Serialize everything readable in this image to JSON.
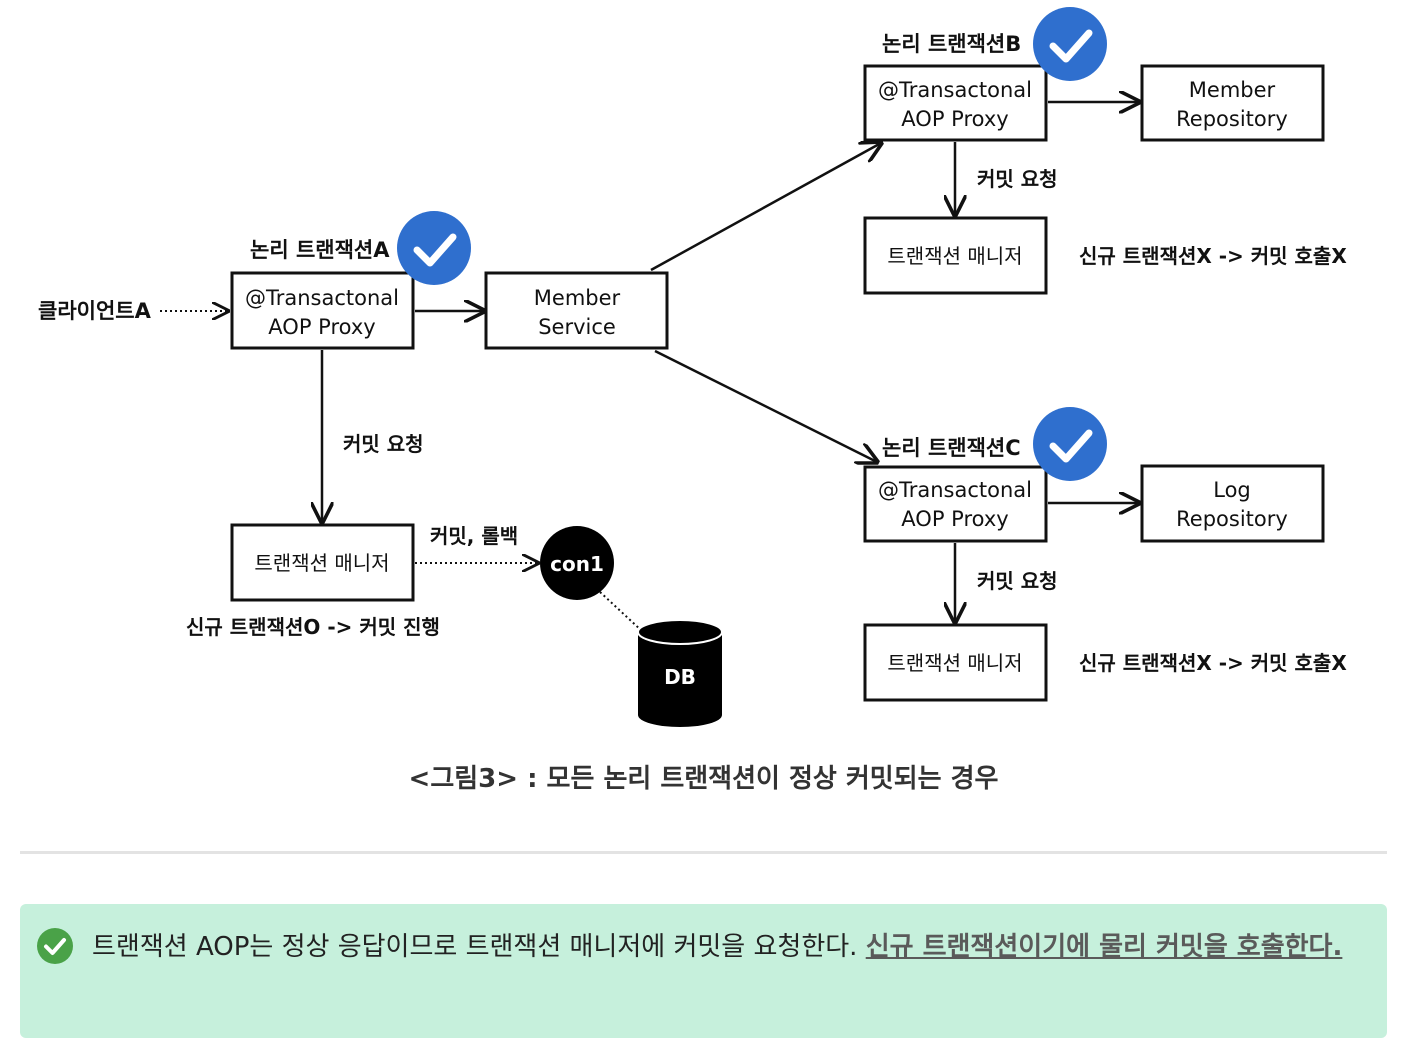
{
  "diagram": {
    "client": "클라이언트A",
    "proxy_a": {
      "title": "논리 트랜잭션A",
      "line1": "@Transactonal",
      "line2": "AOP Proxy"
    },
    "member_service": {
      "line1": "Member",
      "line2": "Service"
    },
    "proxy_b": {
      "title": "논리 트랜잭션B",
      "line1": "@Transactonal",
      "line2": "AOP Proxy"
    },
    "proxy_c": {
      "title": "논리 트랜잭션C",
      "line1": "@Transactonal",
      "line2": "AOP Proxy"
    },
    "member_repository": {
      "line1": "Member",
      "line2": "Repository"
    },
    "log_repository": {
      "line1": "Log",
      "line2": "Repository"
    },
    "commit_request": "커밋 요청",
    "tx_manager": "트랜잭션 매니저",
    "commit_rollback": "커밋, 롤백",
    "con1": "con1",
    "db": "DB",
    "new_tx_o": "신규 트랜잭션O -> 커밋 진행",
    "new_tx_x": "신규 트랜잭션X -> 커밋 호출X"
  },
  "caption": "<그림3> : 모든 논리 트랜잭션이 정상 커밋되는 경우",
  "callout": {
    "icon": "check-circle-icon",
    "text": "트랜잭션 AOP는 정상 응답이므로 트랜잭션 매니저에 커밋을 요청한다. ",
    "link_text": "신규 트랜잭션이기에 물리 커밋을 호출한다."
  },
  "colors": {
    "check_badge": "#2f6fce",
    "callout_bg": "#c6f0dc",
    "callout_icon": "#4aa248"
  }
}
